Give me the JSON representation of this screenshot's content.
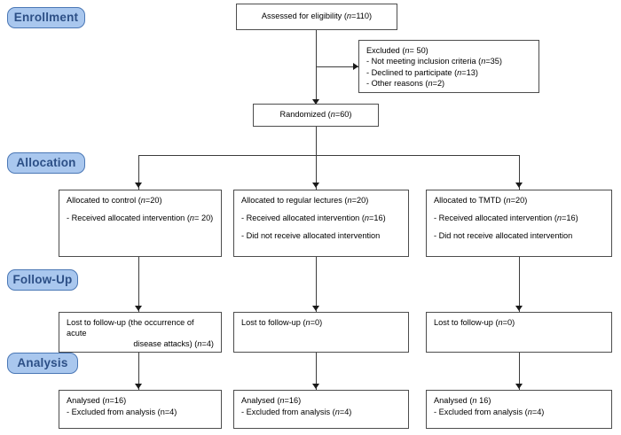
{
  "diagram": {
    "title": "CONSORT participant flow diagram",
    "accent_badge_fill": "#a9c7ee",
    "accent_badge_border": "#4a77b5",
    "accent_badge_text": "#2c4f86",
    "box_border": "#4d4d4d",
    "connector_color": "#3c3c3c"
  },
  "stages": [
    {
      "id": "enrollment",
      "label": "Enrollment"
    },
    {
      "id": "allocation",
      "label": "Allocation"
    },
    {
      "id": "followup",
      "label": "Follow-Up"
    },
    {
      "id": "analysis",
      "label": "Analysis"
    }
  ],
  "enrollment": {
    "assessed": {
      "text_prefix": "Assessed for eligibility (",
      "n_italic": "n",
      "text_suffix": "=110)"
    },
    "excluded": {
      "heading_prefix": "Excluded (",
      "heading_n": "n",
      "heading_suffix": "= 50)",
      "reasons": [
        {
          "prefix": "- Not meeting inclusion criteria (",
          "n": "n",
          "suffix": "=35)"
        },
        {
          "prefix": "- Declined to participate (",
          "n": "n",
          "suffix": "=13)"
        },
        {
          "prefix": "- Other reasons (",
          "n": "n",
          "suffix": "=2)"
        }
      ]
    },
    "randomized": {
      "text_prefix": "Randomized (",
      "n_italic": "n",
      "text_suffix": "=60)"
    }
  },
  "arms": [
    {
      "id": "control",
      "allocation": {
        "title_prefix": "Allocated to control (",
        "title_n": "n",
        "title_suffix": "=20)",
        "lines": [
          {
            "prefix": "- Received allocated intervention (",
            "n": "n",
            "suffix": "= 20)"
          }
        ]
      },
      "followup": {
        "line1": "Lost to follow-up (the occurrence of acute",
        "line2_prefix": "disease attacks) (",
        "line2_n": "n",
        "line2_suffix": "=4)"
      },
      "analysis": {
        "analysed_prefix": "Analysed (",
        "analysed_n": "n",
        "analysed_suffix": "=16)",
        "excluded_prefix": "- Excluded from analysis (n",
        "excluded_n": "",
        "excluded_suffix": "=4)"
      }
    },
    {
      "id": "regular-lectures",
      "allocation": {
        "title_prefix": "Allocated to regular lectures (",
        "title_n": "n",
        "title_suffix": "=20)",
        "lines": [
          {
            "prefix": "- Received allocated intervention (",
            "n": "n",
            "suffix": "=16)"
          },
          {
            "prefix": "- Did not receive allocated intervention",
            "n": "",
            "suffix": ""
          }
        ]
      },
      "followup": {
        "line1_prefix": "Lost to follow-up (",
        "line1_n": "n",
        "line1_suffix": "=0)"
      },
      "analysis": {
        "analysed_prefix": "Analysed (",
        "analysed_n": "n",
        "analysed_suffix": "=16)",
        "excluded_prefix": "- Excluded from analysis (",
        "excluded_n": "n",
        "excluded_suffix": "=4)"
      }
    },
    {
      "id": "tmtd",
      "allocation": {
        "title_prefix": "Allocated to TMTD (",
        "title_n": "n",
        "title_suffix": "=20)",
        "lines": [
          {
            "prefix": "- Received allocated intervention (",
            "n": "n",
            "suffix": "=16)"
          },
          {
            "prefix": "- Did not receive allocated intervention",
            "n": "",
            "suffix": ""
          }
        ]
      },
      "followup": {
        "line1_prefix": "Lost to follow-up (",
        "line1_n": "n",
        "line1_suffix": "=0)"
      },
      "analysis": {
        "analysed_prefix": "Analysed (",
        "analysed_n": "n",
        "analysed_suffix": " 16)",
        "excluded_prefix": "- Excluded from analysis (",
        "excluded_n": "n",
        "excluded_suffix": "=4)"
      }
    }
  ],
  "flow_counts": {
    "assessed_for_eligibility": 110,
    "excluded_total": 50,
    "excluded_not_meeting_criteria": 35,
    "excluded_declined": 13,
    "excluded_other": 2,
    "randomized": 60,
    "allocated_control": 20,
    "allocated_regular_lectures": 20,
    "allocated_tmtd": 20,
    "received_control": 20,
    "received_regular_lectures": 16,
    "received_tmtd": 16,
    "lost_control": 4,
    "lost_regular_lectures": 0,
    "lost_tmtd": 0,
    "analysed_control": 16,
    "analysed_regular_lectures": 16,
    "analysed_tmtd": 16,
    "excluded_analysis_each": 4
  }
}
